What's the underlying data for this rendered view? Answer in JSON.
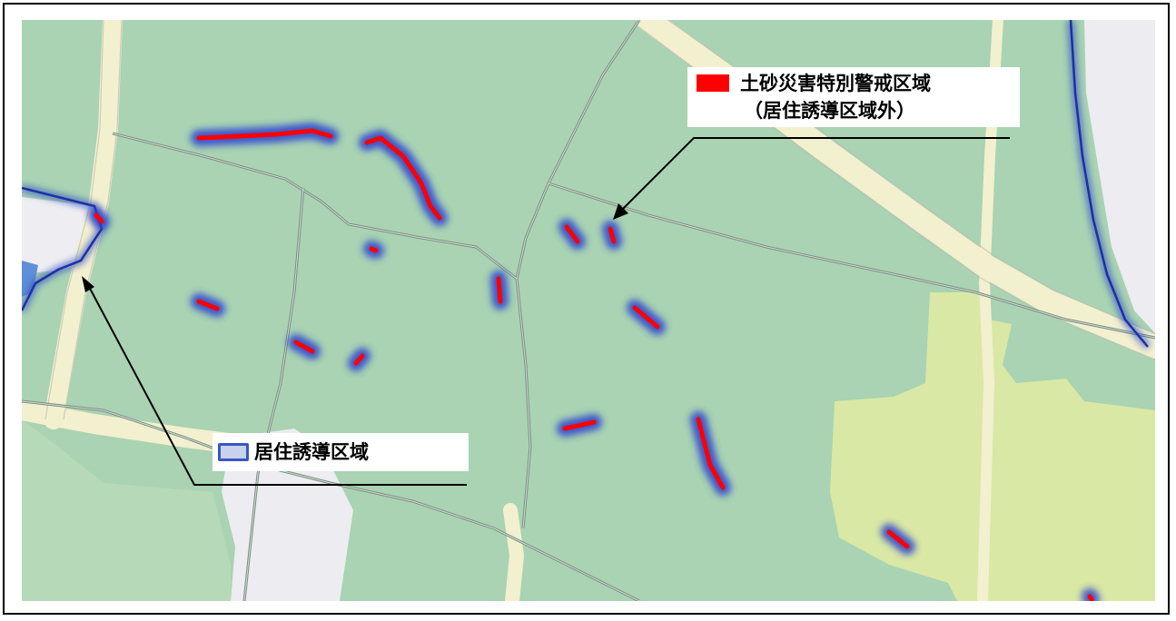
{
  "legend": {
    "sediment_hazard_label": "土砂災害特別警戒区域",
    "sediment_hazard_sublabel": "（居住誘導区域外）",
    "residential_label": "居住誘導区域"
  },
  "colors": {
    "hazard_zone": "#ff0000",
    "hazard_outline": "#2a3fd0",
    "residential_zone": "#c9d2ec",
    "residential_outline": "#3a56c4",
    "base_green": "#a9d3b2",
    "urban_yellow": "#d9e8a4",
    "main_road": "#f2f0cf",
    "built_area": "#ececf1"
  }
}
